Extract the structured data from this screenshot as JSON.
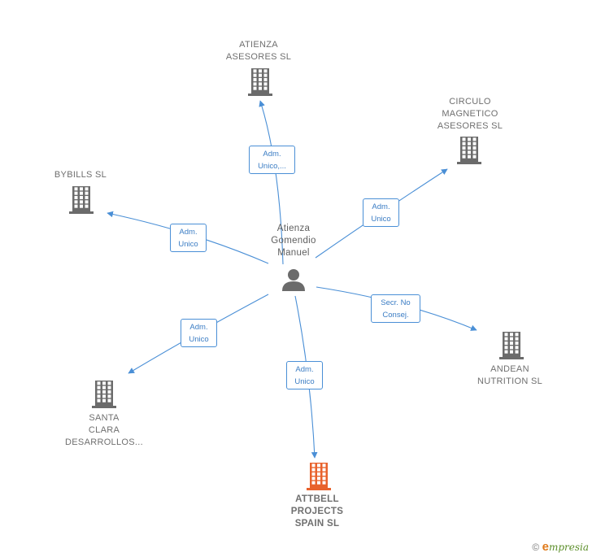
{
  "center": {
    "name_lines": [
      "Atienza",
      "Gomendio",
      "Manuel"
    ],
    "icon": "person-icon"
  },
  "nodes": {
    "atienza": {
      "lines": [
        "ATIENZA",
        "ASESORES  SL"
      ],
      "icon": "building-icon",
      "highlight": false
    },
    "circulo": {
      "lines": [
        "CIRCULO",
        "MAGNETICO",
        "ASESORES  SL"
      ],
      "icon": "building-icon",
      "highlight": false
    },
    "bybills": {
      "lines": [
        "BYBILLS  SL"
      ],
      "icon": "building-icon",
      "highlight": false
    },
    "andean": {
      "lines": [
        "ANDEAN",
        "NUTRITION  SL"
      ],
      "icon": "building-icon",
      "highlight": false
    },
    "santa": {
      "lines": [
        "SANTA",
        "CLARA",
        "DESARROLLOS..."
      ],
      "icon": "building-icon",
      "highlight": false
    },
    "attbell": {
      "lines": [
        "ATTBELL",
        "PROJECTS",
        "SPAIN  SL"
      ],
      "icon": "building-icon",
      "highlight": true
    }
  },
  "edges": {
    "atienza": [
      "Adm.",
      "Unico,..."
    ],
    "circulo": [
      "Adm.",
      "Unico"
    ],
    "bybills": [
      "Adm.",
      "Unico"
    ],
    "andean": [
      "Secr.  No",
      "Consej."
    ],
    "santa": [
      "Adm.",
      "Unico"
    ],
    "attbell": [
      "Adm.",
      "Unico"
    ]
  },
  "footer": {
    "copyright": "©",
    "brand_initial": "e",
    "brand_rest": "mpresia"
  },
  "colors": {
    "edge": "#4a8fd6",
    "building": "#6b6b6b",
    "building_highlight": "#e8622c",
    "person": "#6b6b6b"
  }
}
